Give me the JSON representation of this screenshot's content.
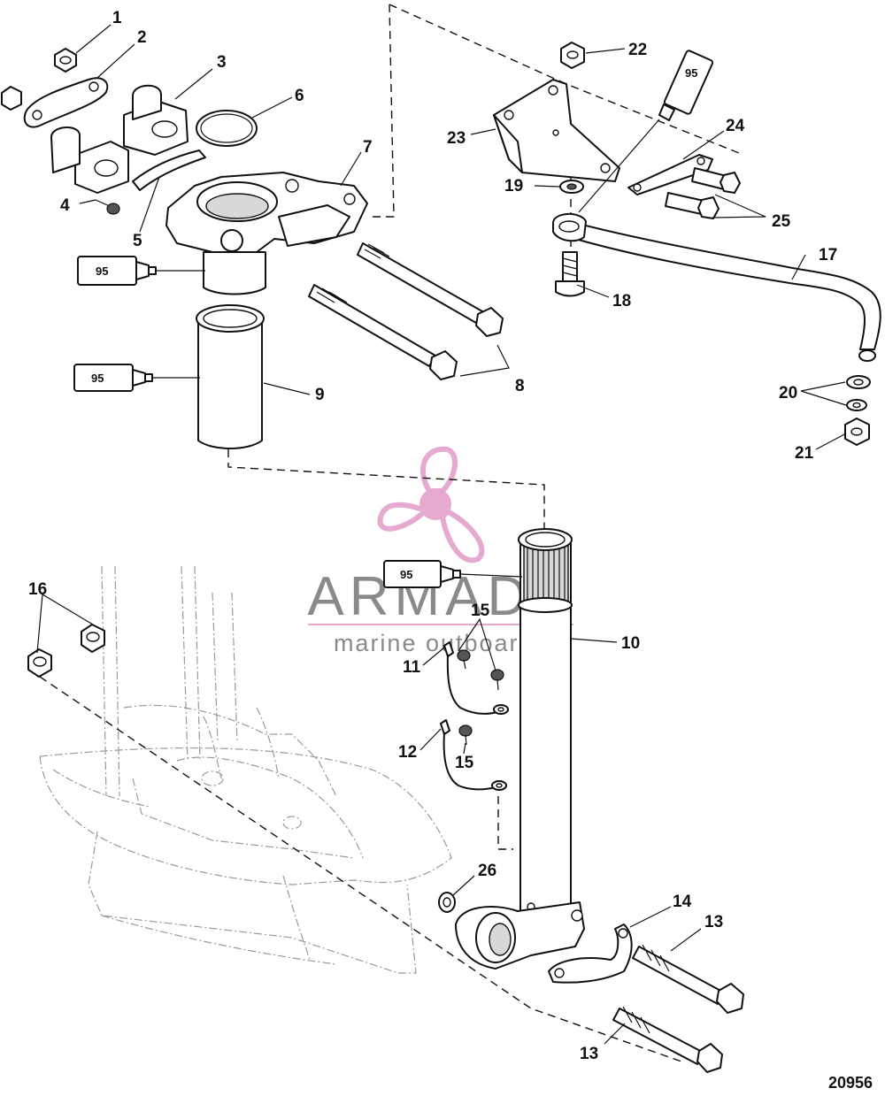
{
  "watermark": {
    "brand": "ARMADA",
    "tagline": "marine outboards",
    "brand_color": "#8a8a8a",
    "accent_color": "#e6a9cf"
  },
  "drawing_number": "20956",
  "sealant_tubes": [
    {
      "id": "tube-a",
      "label": "95"
    },
    {
      "id": "tube-b",
      "label": "95"
    },
    {
      "id": "tube-c",
      "label": "95"
    },
    {
      "id": "tube-d",
      "label": "95"
    }
  ],
  "callouts": [
    {
      "id": "c1",
      "label": "1"
    },
    {
      "id": "c2",
      "label": "2"
    },
    {
      "id": "c3",
      "label": "3"
    },
    {
      "id": "c4",
      "label": "4"
    },
    {
      "id": "c5",
      "label": "5"
    },
    {
      "id": "c6",
      "label": "6"
    },
    {
      "id": "c7",
      "label": "7"
    },
    {
      "id": "c8",
      "label": "8"
    },
    {
      "id": "c9",
      "label": "9"
    },
    {
      "id": "c10",
      "label": "10"
    },
    {
      "id": "c11",
      "label": "11"
    },
    {
      "id": "c12",
      "label": "12"
    },
    {
      "id": "c13a",
      "label": "13"
    },
    {
      "id": "c13b",
      "label": "13"
    },
    {
      "id": "c14",
      "label": "14"
    },
    {
      "id": "c15a",
      "label": "15"
    },
    {
      "id": "c15b",
      "label": "15"
    },
    {
      "id": "c16",
      "label": "16"
    },
    {
      "id": "c17",
      "label": "17"
    },
    {
      "id": "c18",
      "label": "18"
    },
    {
      "id": "c19",
      "label": "19"
    },
    {
      "id": "c20",
      "label": "20"
    },
    {
      "id": "c21",
      "label": "21"
    },
    {
      "id": "c22",
      "label": "22"
    },
    {
      "id": "c23",
      "label": "23"
    },
    {
      "id": "c24",
      "label": "24"
    },
    {
      "id": "c25",
      "label": "25"
    },
    {
      "id": "c26",
      "label": "26"
    }
  ]
}
